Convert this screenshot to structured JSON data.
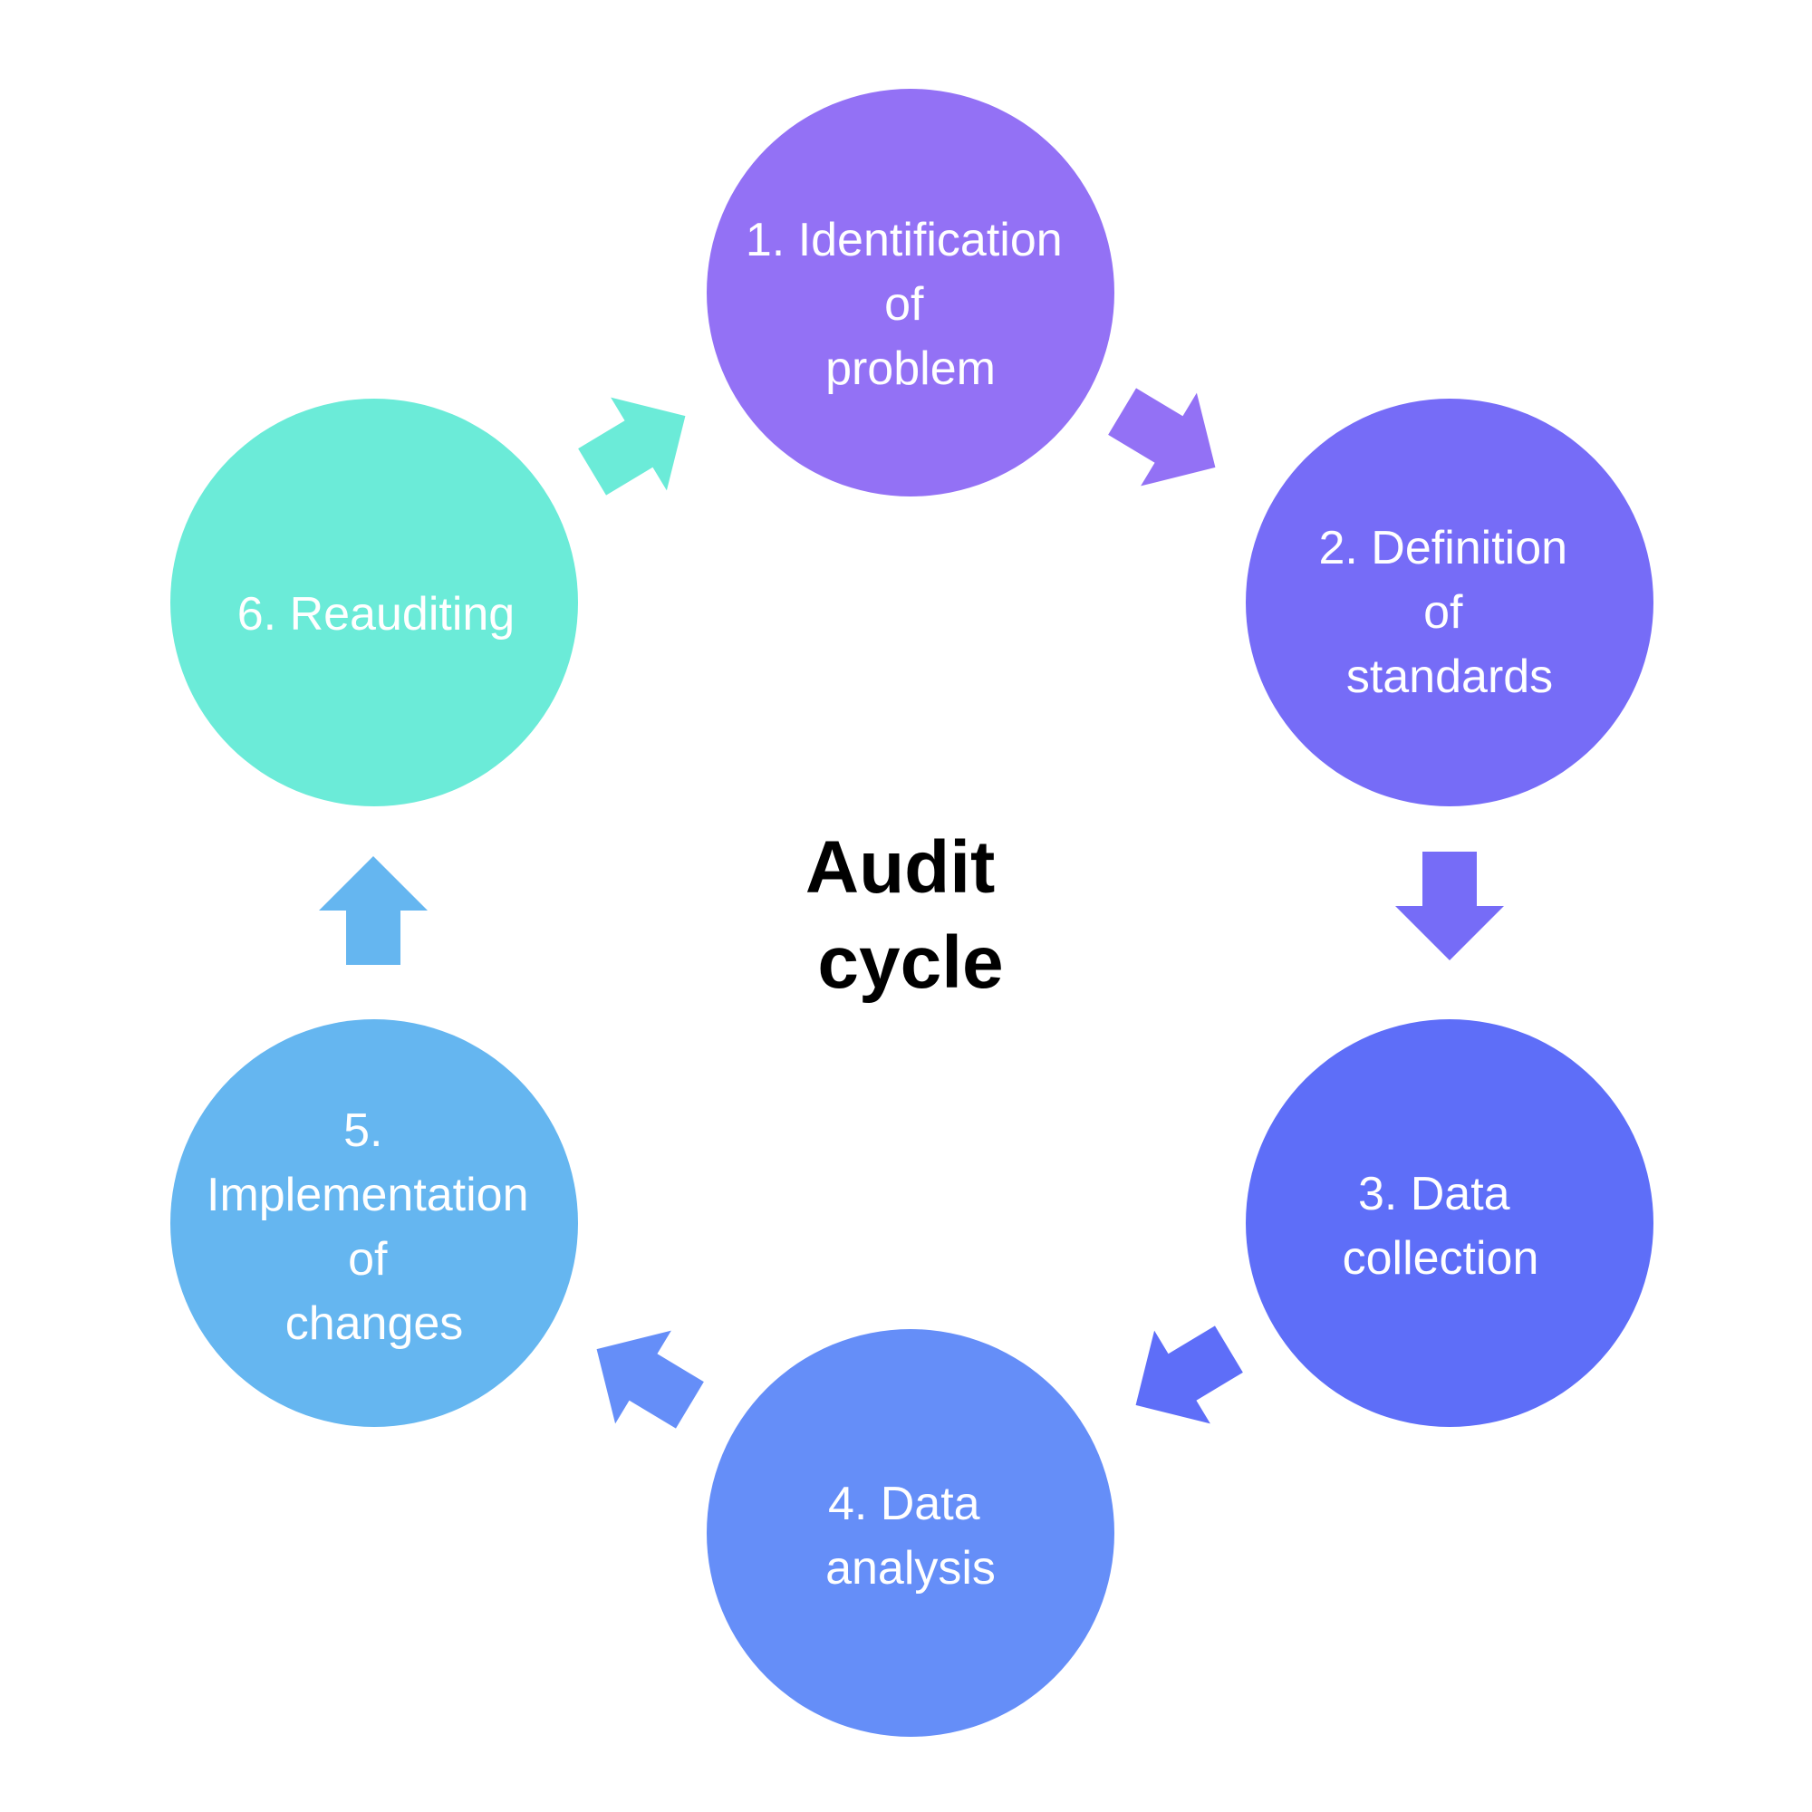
{
  "title_lines": [
    "Audit",
    "cycle"
  ],
  "steps": [
    {
      "lines": [
        "1. Identification",
        "of",
        "problem"
      ],
      "color": "#9371F5"
    },
    {
      "lines": [
        "2. Definition",
        "of",
        "standards"
      ],
      "color": "#766CF7"
    },
    {
      "lines": [
        "3. Data",
        "collection"
      ],
      "color": "#5E6EF8"
    },
    {
      "lines": [
        "4. Data",
        "analysis"
      ],
      "color": "#658EF8"
    },
    {
      "lines": [
        "5.",
        "Implementation",
        "of",
        "changes"
      ],
      "color": "#65B6F0"
    },
    {
      "lines": [
        "6. Reauditing"
      ],
      "color": "#6BEBD8"
    }
  ],
  "arrows": [
    {
      "from": "1",
      "to": "2",
      "color": "#9371F5"
    },
    {
      "from": "2",
      "to": "3",
      "color": "#766CF7"
    },
    {
      "from": "3",
      "to": "4",
      "color": "#5E6EF8"
    },
    {
      "from": "4",
      "to": "5",
      "color": "#658EF8"
    },
    {
      "from": "5",
      "to": "6",
      "color": "#65B6F0"
    },
    {
      "from": "6",
      "to": "1",
      "color": "#6BEBD8"
    }
  ]
}
